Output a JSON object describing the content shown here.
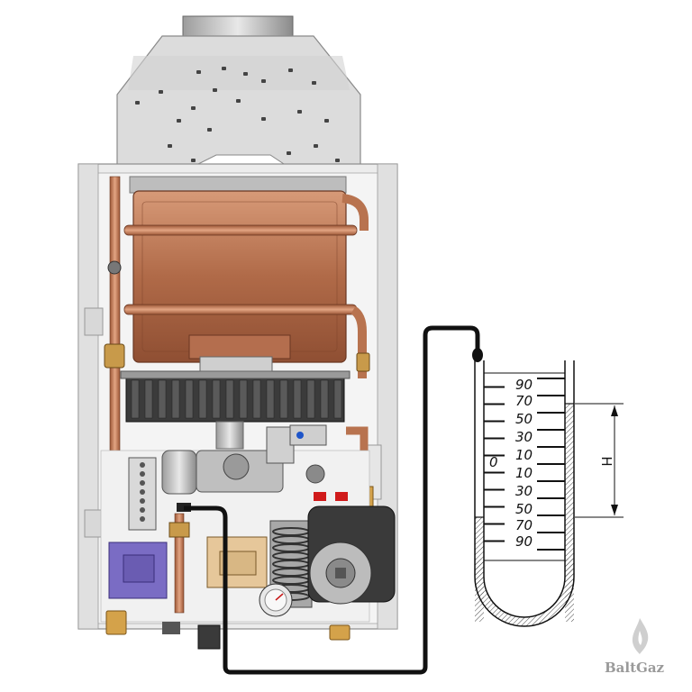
{
  "manometer": {
    "scale_upper": [
      "90",
      "70",
      "50",
      "30",
      "10"
    ],
    "zero_label": "0",
    "scale_lower": [
      "10",
      "30",
      "50",
      "70",
      "90"
    ],
    "height_label": "H"
  },
  "brand": {
    "name": "BaltGaz",
    "icon": "flame-logo-icon"
  },
  "colors": {
    "copper": "#c07a55",
    "casing": "#e4e4e4",
    "fluid_hatch": "#333333",
    "tube_outline": "#111111",
    "burner": "#3b3b3b",
    "valve_purple": "#7a6cc4"
  }
}
